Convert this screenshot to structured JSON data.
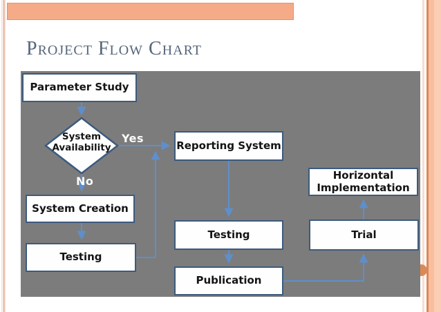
{
  "slide": {
    "title": "Project Flow Chart"
  },
  "flowchart": {
    "nodes": [
      {
        "id": "parameter-study",
        "label": "Parameter Study",
        "type": "process"
      },
      {
        "id": "system-availability",
        "label": "System Availability",
        "type": "decision"
      },
      {
        "id": "system-creation",
        "label": "System Creation",
        "type": "process"
      },
      {
        "id": "testing-left",
        "label": "Testing",
        "type": "process"
      },
      {
        "id": "reporting-system",
        "label": "Reporting System",
        "type": "process"
      },
      {
        "id": "testing-middle",
        "label": "Testing",
        "type": "process"
      },
      {
        "id": "publication",
        "label": "Publication",
        "type": "process"
      },
      {
        "id": "trial",
        "label": "Trial",
        "type": "process"
      },
      {
        "id": "horizontal-implementation",
        "label": "Horizontal Implementation",
        "type": "process"
      }
    ],
    "labels": {
      "yes": "Yes",
      "no": "No"
    },
    "edges": [
      {
        "from": "parameter-study",
        "to": "system-availability",
        "label": ""
      },
      {
        "from": "system-availability",
        "to": "reporting-system",
        "label": "Yes"
      },
      {
        "from": "system-availability",
        "to": "system-creation",
        "label": "No"
      },
      {
        "from": "system-creation",
        "to": "testing-left",
        "label": ""
      },
      {
        "from": "testing-left",
        "to": "reporting-system",
        "label": ""
      },
      {
        "from": "reporting-system",
        "to": "testing-middle",
        "label": ""
      },
      {
        "from": "testing-middle",
        "to": "publication",
        "label": ""
      },
      {
        "from": "publication",
        "to": "trial",
        "label": ""
      },
      {
        "from": "trial",
        "to": "horizontal-implementation",
        "label": ""
      }
    ]
  },
  "colors": {
    "chart_background": "#7c7c7c",
    "node_fill": "#fefefe",
    "node_border": "#3c5a7d",
    "connector": "#5e8fcb",
    "top_bar": "#f5ab87",
    "stripe_accent": "#f9be9d",
    "title_text": "#55667b",
    "page_dot": "#db8a55"
  }
}
